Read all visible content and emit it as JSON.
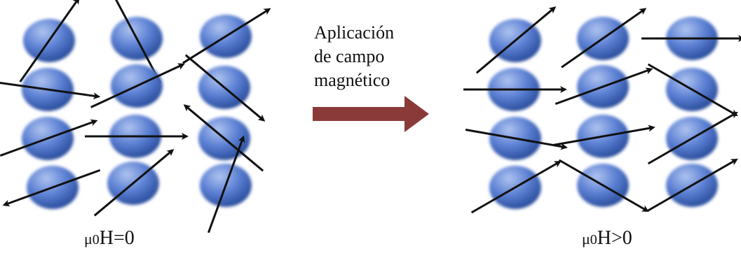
{
  "arrow_label": [
    "Aplicación",
    "de campo",
    "magnético"
  ],
  "left_caption": {
    "mu": "μ",
    "sub": "0",
    "rest": "H=0"
  },
  "right_caption": {
    "mu": "μ",
    "sub": "0",
    "rest": "H>0"
  },
  "colors": {
    "sphere_light": "#aec3ef",
    "sphere_mid": "#5b7fd3",
    "sphere_dark": "#2c4f9e",
    "process_arrow": "#8b3a3a",
    "spin_arrow": "#111111"
  },
  "icons": {
    "moment_arrow": "arrow-icon",
    "process_arrow": "right-arrow-icon"
  },
  "left_spin_angles_deg": [
    -55,
    -118,
    -32,
    8,
    -25,
    40,
    -20,
    0,
    -140,
    160,
    -40,
    -70
  ],
  "right_spin_angles_deg": [
    -40,
    -35,
    0,
    0,
    -20,
    30,
    10,
    -10,
    -30,
    -30,
    30,
    -30
  ]
}
